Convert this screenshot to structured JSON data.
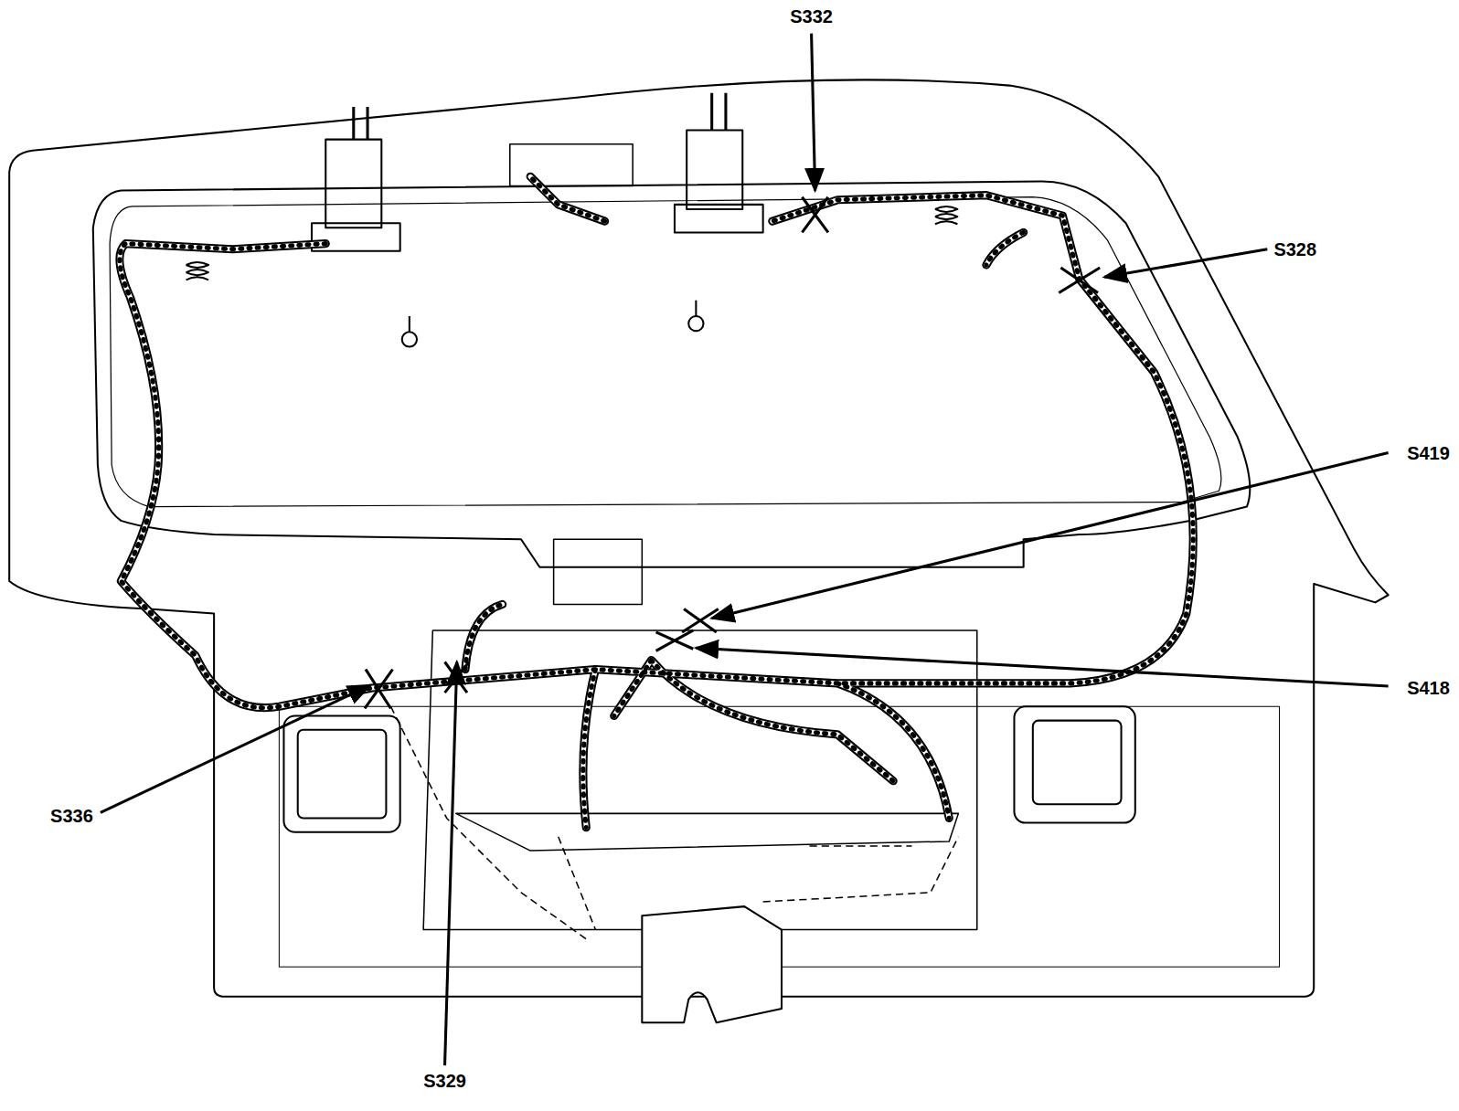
{
  "diagram": {
    "labels": [
      "S332",
      "S328",
      "S419",
      "S418",
      "S336",
      "S329"
    ]
  }
}
